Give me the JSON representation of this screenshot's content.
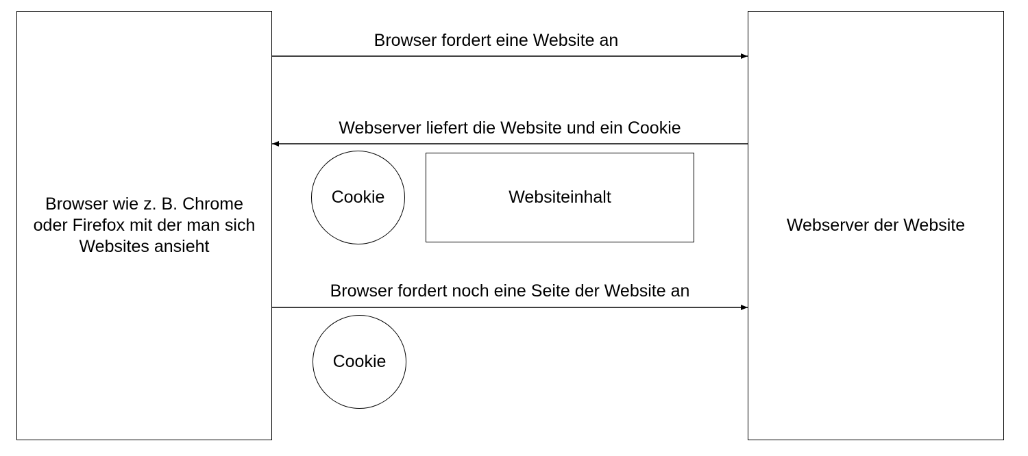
{
  "nodes": {
    "browser": "Browser wie z. B. Chrome oder Firefox mit der man sich Websites ansieht",
    "webserver": "Webserver der Website",
    "website_content": "Websiteinhalt",
    "cookie_1": "Cookie",
    "cookie_2": "Cookie"
  },
  "edges": {
    "request_1": "Browser fordert eine Website an",
    "response": "Webserver liefert die Website und ein Cookie",
    "request_2": "Browser fordert noch eine Seite der Website an"
  }
}
